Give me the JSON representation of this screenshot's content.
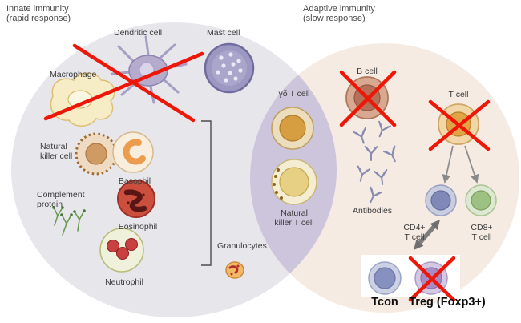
{
  "diagram": {
    "innate": {
      "title": "Innate immunity",
      "subtitle": "(rapid response)"
    },
    "adaptive": {
      "title": "Adaptive immunity",
      "subtitle": "(slow response)"
    },
    "cells": {
      "macrophage": "Macrophage",
      "dendritic_cell": "Dendritic cell",
      "mast_cell": "Mast cell",
      "natural_killer_line1": "Natural",
      "natural_killer_line2": "killer cell",
      "basophil": "Basophil",
      "eosinophil": "Eosinophil",
      "complement_line1": "Complement",
      "complement_line2": "protein",
      "neutrophil": "Neutrophil",
      "granulocytes": "Granulocytes",
      "gamma_delta_t_cell": "γδ T cell",
      "nkt_line1": "Natural",
      "nkt_line2": "killer T cell",
      "b_cell": "B cell",
      "t_cell": "T cell",
      "antibodies": "Antibodies",
      "cd4_line1": "CD4+",
      "cd4_line2": "T cell",
      "cd8_line1": "CD8+",
      "cd8_line2": "T cell",
      "tcon": "Tcon",
      "treg": "Treg (Foxp3+)"
    },
    "colors": {
      "innate_bg": "#e7e6eb",
      "adaptive_bg": "#f5ebe2",
      "overlap_bg": "#ccc5dc",
      "red_x": "#ee1607",
      "arrow": "#8a8a8a",
      "text": "#3b3b3b"
    }
  }
}
